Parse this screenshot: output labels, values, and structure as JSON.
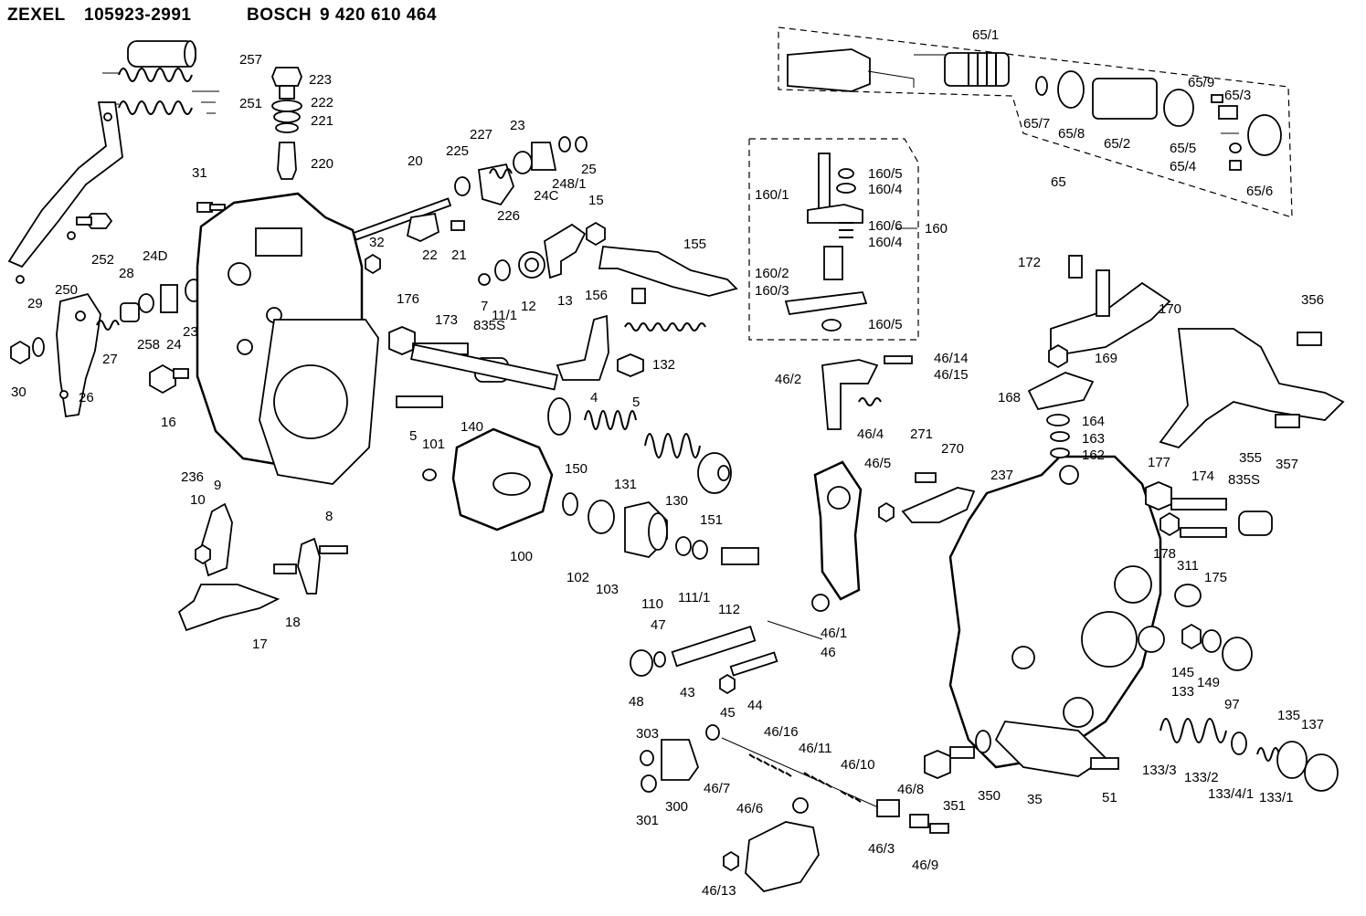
{
  "header": {
    "brand1": "ZEXEL",
    "part1": "105923-2991",
    "brand2": "BOSCH",
    "part2": "9 420 610 464"
  },
  "callouts": [
    "257",
    "223",
    "222",
    "221",
    "251",
    "220",
    "31",
    "252",
    "250",
    "29",
    "30",
    "28",
    "27",
    "26",
    "24D",
    "258",
    "24",
    "23",
    "16",
    "236",
    "32",
    "176",
    "173",
    "835S",
    "5",
    "140",
    "101",
    "10",
    "9",
    "8",
    "17",
    "18",
    "20",
    "227",
    "225",
    "23",
    "226",
    "22",
    "21",
    "248/1",
    "24C",
    "25",
    "15",
    "7",
    "11/1",
    "12",
    "13",
    "155",
    "156",
    "132",
    "4",
    "5",
    "150",
    "131",
    "130",
    "151",
    "100",
    "102",
    "103",
    "110",
    "111/1",
    "112",
    "65/1",
    "65/7",
    "65/8",
    "65/2",
    "65/9",
    "65/3",
    "65/5",
    "65/4",
    "65/6",
    "65",
    "160/5",
    "160/4",
    "160/1",
    "160/6",
    "160/4",
    "160",
    "160/2",
    "160/3",
    "160/5",
    "46/14",
    "46/15",
    "46/2",
    "46/4",
    "271",
    "270",
    "46/5",
    "46/1",
    "46",
    "47",
    "48",
    "43",
    "45",
    "44",
    "303",
    "301",
    "300",
    "46/7",
    "46/16",
    "46/11",
    "46/10",
    "46/6",
    "46/8",
    "46/3",
    "46/9",
    "46/13",
    "172",
    "170",
    "169",
    "168",
    "164",
    "163",
    "162",
    "356",
    "355",
    "357",
    "237",
    "177",
    "174",
    "835S",
    "178",
    "311",
    "175",
    "145",
    "149",
    "97",
    "133",
    "133/3",
    "133/2",
    "133/4/1",
    "133/1",
    "135",
    "137",
    "351",
    "350",
    "35",
    "51"
  ]
}
